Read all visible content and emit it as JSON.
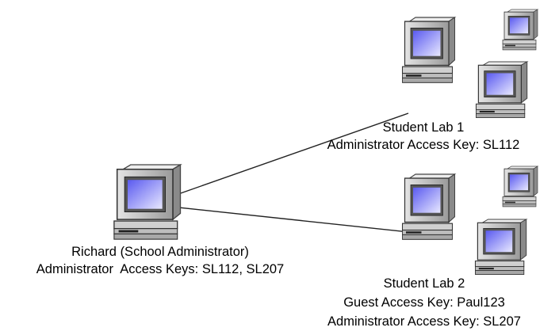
{
  "admin": {
    "name": "Richard (School Administrator)",
    "keys": "Administrator  Access Keys: SL112, SL207"
  },
  "lab1": {
    "name": "Student Lab 1",
    "admin_key": "Administrator Access Key: SL112"
  },
  "lab2": {
    "name": "Student Lab 2",
    "guest_key": "Guest Access Key: Paul123",
    "admin_key": "Administrator Access Key: SL207"
  },
  "colors": {
    "screen": "#8c8cf0",
    "case": "#c8c8c8",
    "line": "#222222"
  }
}
